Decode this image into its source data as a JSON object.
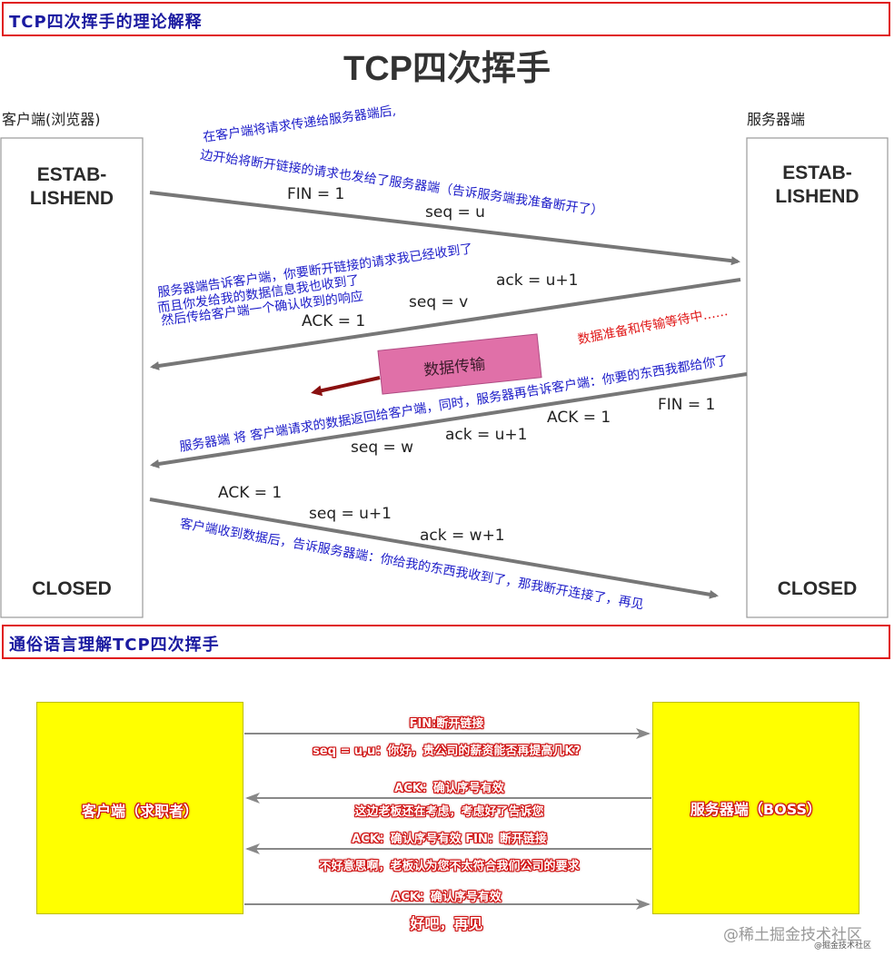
{
  "banner_top": "TCP四次挥手的理论解释",
  "banner_bottom": "通俗语言理解TCP四次挥手",
  "diagram": {
    "title": "TCP四次挥手",
    "client_label": "客户端(浏览器)",
    "server_label": "服务器端",
    "client_state_top": [
      "ESTAB-",
      "LISHEND"
    ],
    "server_state_top": [
      "ESTAB-",
      "LISHEND"
    ],
    "client_state_bottom": "CLOSED",
    "server_state_bottom": "CLOSED",
    "data_transfer": "数据传输",
    "segment1": {
      "fin": "FIN = 1",
      "seq": "seq = u"
    },
    "segment2": {
      "ack_num": "ack = u+1",
      "seq": "seq = v",
      "ack_flag": "ACK = 1"
    },
    "segment3": {
      "fin": "FIN = 1",
      "ack_flag": "ACK = 1",
      "ack_num": "ack = u+1",
      "seq": "seq = w"
    },
    "segment4": {
      "ack_flag": "ACK = 1",
      "seq": "seq = u+1",
      "ack_num": "ack = w+1"
    },
    "annotations": {
      "a1_line1": "在客户端将请求传递给服务器端后,",
      "a1_line2": "边开始将断开链接的请求也发给了服务器端（告诉服务端我准备断开了）",
      "a2_line1": "服务器端告诉客户端，你要断开链接的请求我已经收到了",
      "a2_line2": "而且你发给我的数据信息我也收到了",
      "a2_line3": "然后传给客户端一个确认收到的响应",
      "a_wait": "数据准备和传输等待中……",
      "a3": "服务器端 将 客户端请求的数据返回给客户端，同时，服务器再告诉客户端：你要的东西我都给你了",
      "a4": "客户端收到数据后，告诉服务器端：你给我的东西我收到了，那我断开连接了，再见"
    }
  },
  "analogy": {
    "client_box": "客户端（求职者）",
    "server_box": "服务器端（BOSS）",
    "m1_top": "FIN:断开链接",
    "m1_bottom": "seq = u,u：你好，贵公司的薪资能否再提高几K?",
    "m2_top": "ACK：确认序号有效",
    "m2_bottom": "这边老板还在考虑，考虑好了告诉您",
    "m3_top": "ACK：确认序号有效 FIN：断开链接",
    "m3_bottom": "不好意思啊，老板认为您不太符合我们公司的要求",
    "m4_top": "ACK：确认序号有效",
    "m4_bottom": "好吧，再见"
  },
  "watermark": "@稀土掘金技术社区",
  "watermark_small": "@掘金技术社区",
  "colors": {
    "banner_border": "#e01818",
    "banner_text": "#1a1aa0",
    "box_yellow": "#ffff00",
    "data_box": "#e070a8",
    "annotation_blue": "#1b1bc8"
  }
}
